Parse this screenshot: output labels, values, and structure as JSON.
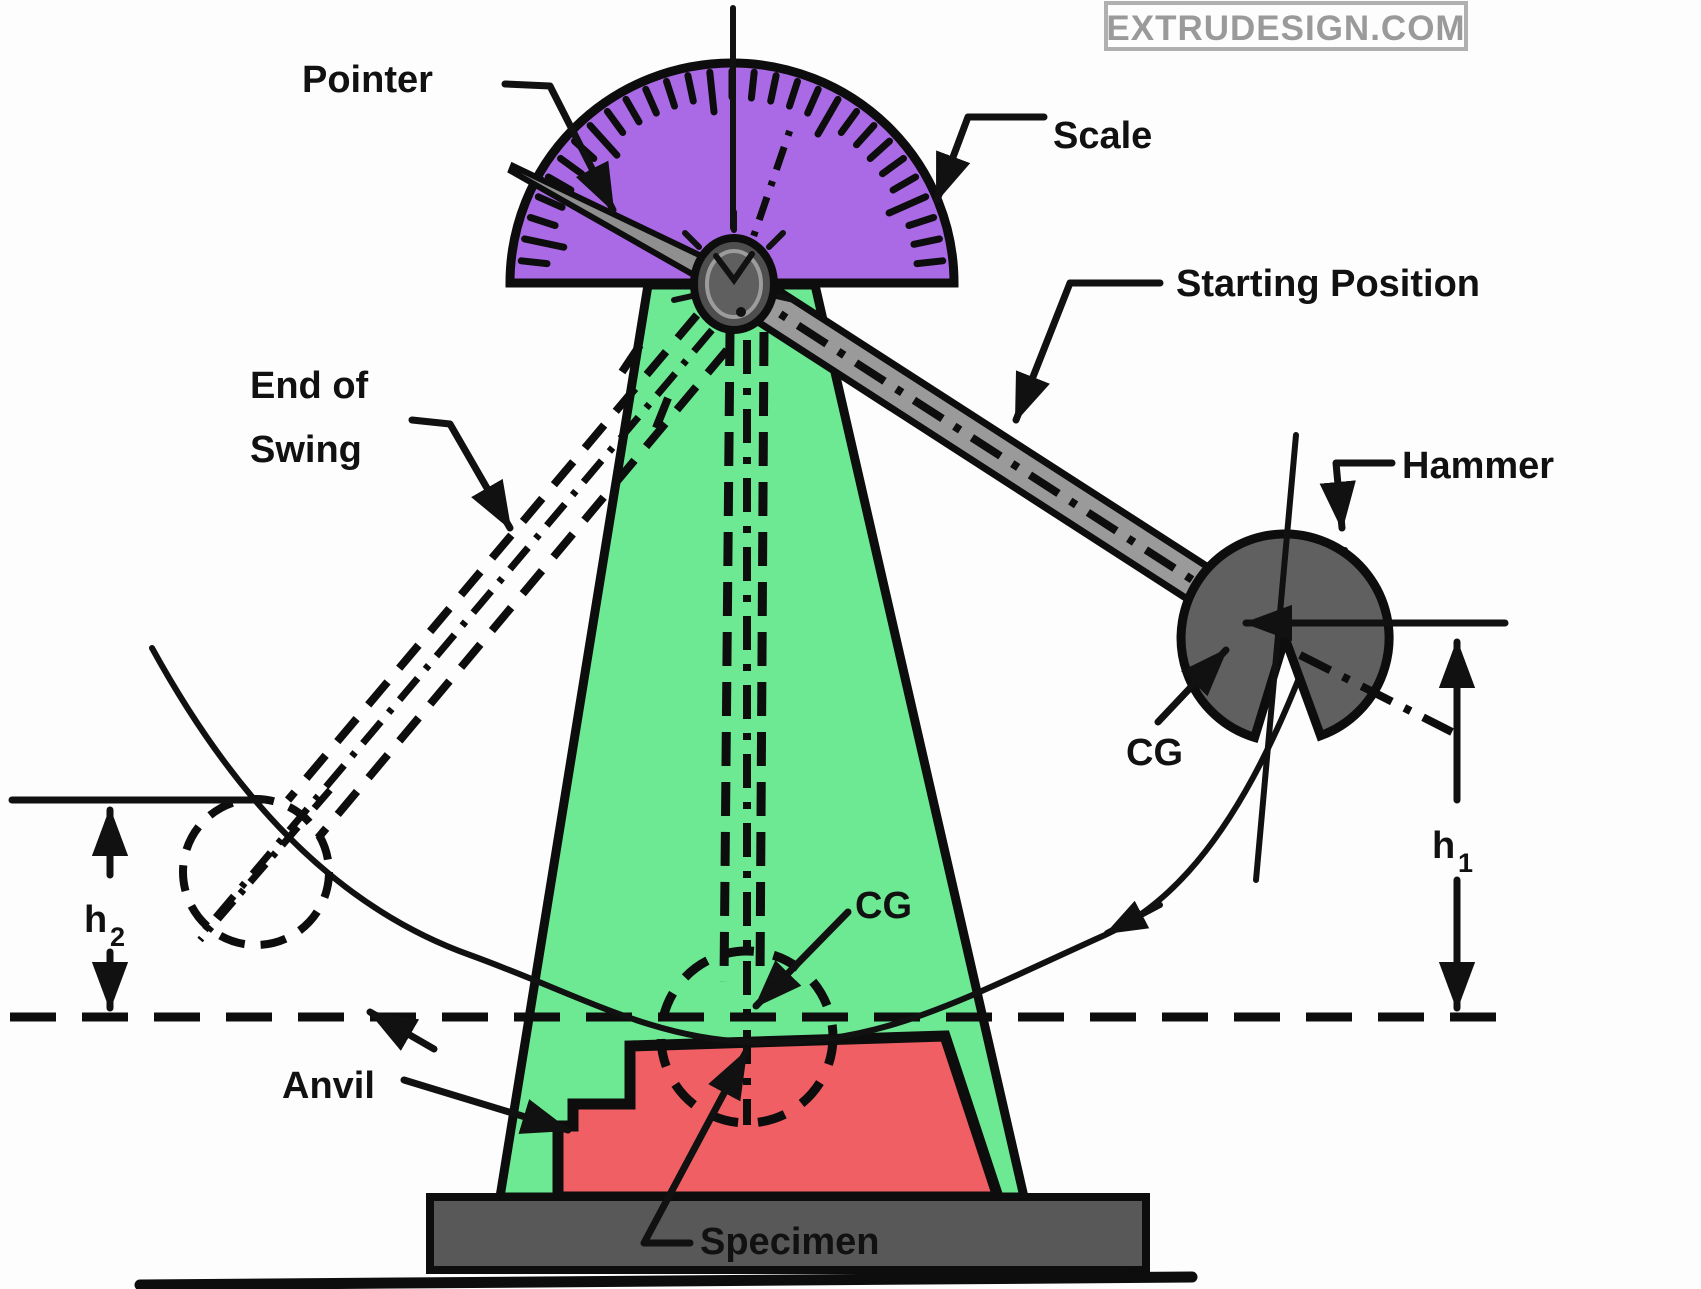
{
  "watermark": {
    "text": "EXTRUDESIGN.COM"
  },
  "labels": {
    "pointer": "Pointer",
    "scale": "Scale",
    "starting_position": "Starting Position",
    "hammer": "Hammer",
    "end_of_swing_line1": "End of",
    "end_of_swing_line2": "Swing",
    "cg_hammer": "CG",
    "cg_specimen": "CG",
    "anvil": "Anvil",
    "specimen": "Specimen",
    "h1_base": "h",
    "h1_sub": "1",
    "h2_base": "h",
    "h2_sub": "2"
  },
  "colors": {
    "scale_fill": "#aa6ae6",
    "frame_fill": "#6ce992",
    "specimen_fill": "#ef5f63",
    "base_fill": "#585858",
    "hammer_fill": "#606060",
    "arm_fill": "#9a9a9a",
    "pointer_fill": "#8f8f8f",
    "pivot_fill": "#4e4e4e",
    "pivot_inner_fill": "#5f5f5f",
    "line_color": "#0d0d0d",
    "watermark_color": "#9a9a9a"
  }
}
